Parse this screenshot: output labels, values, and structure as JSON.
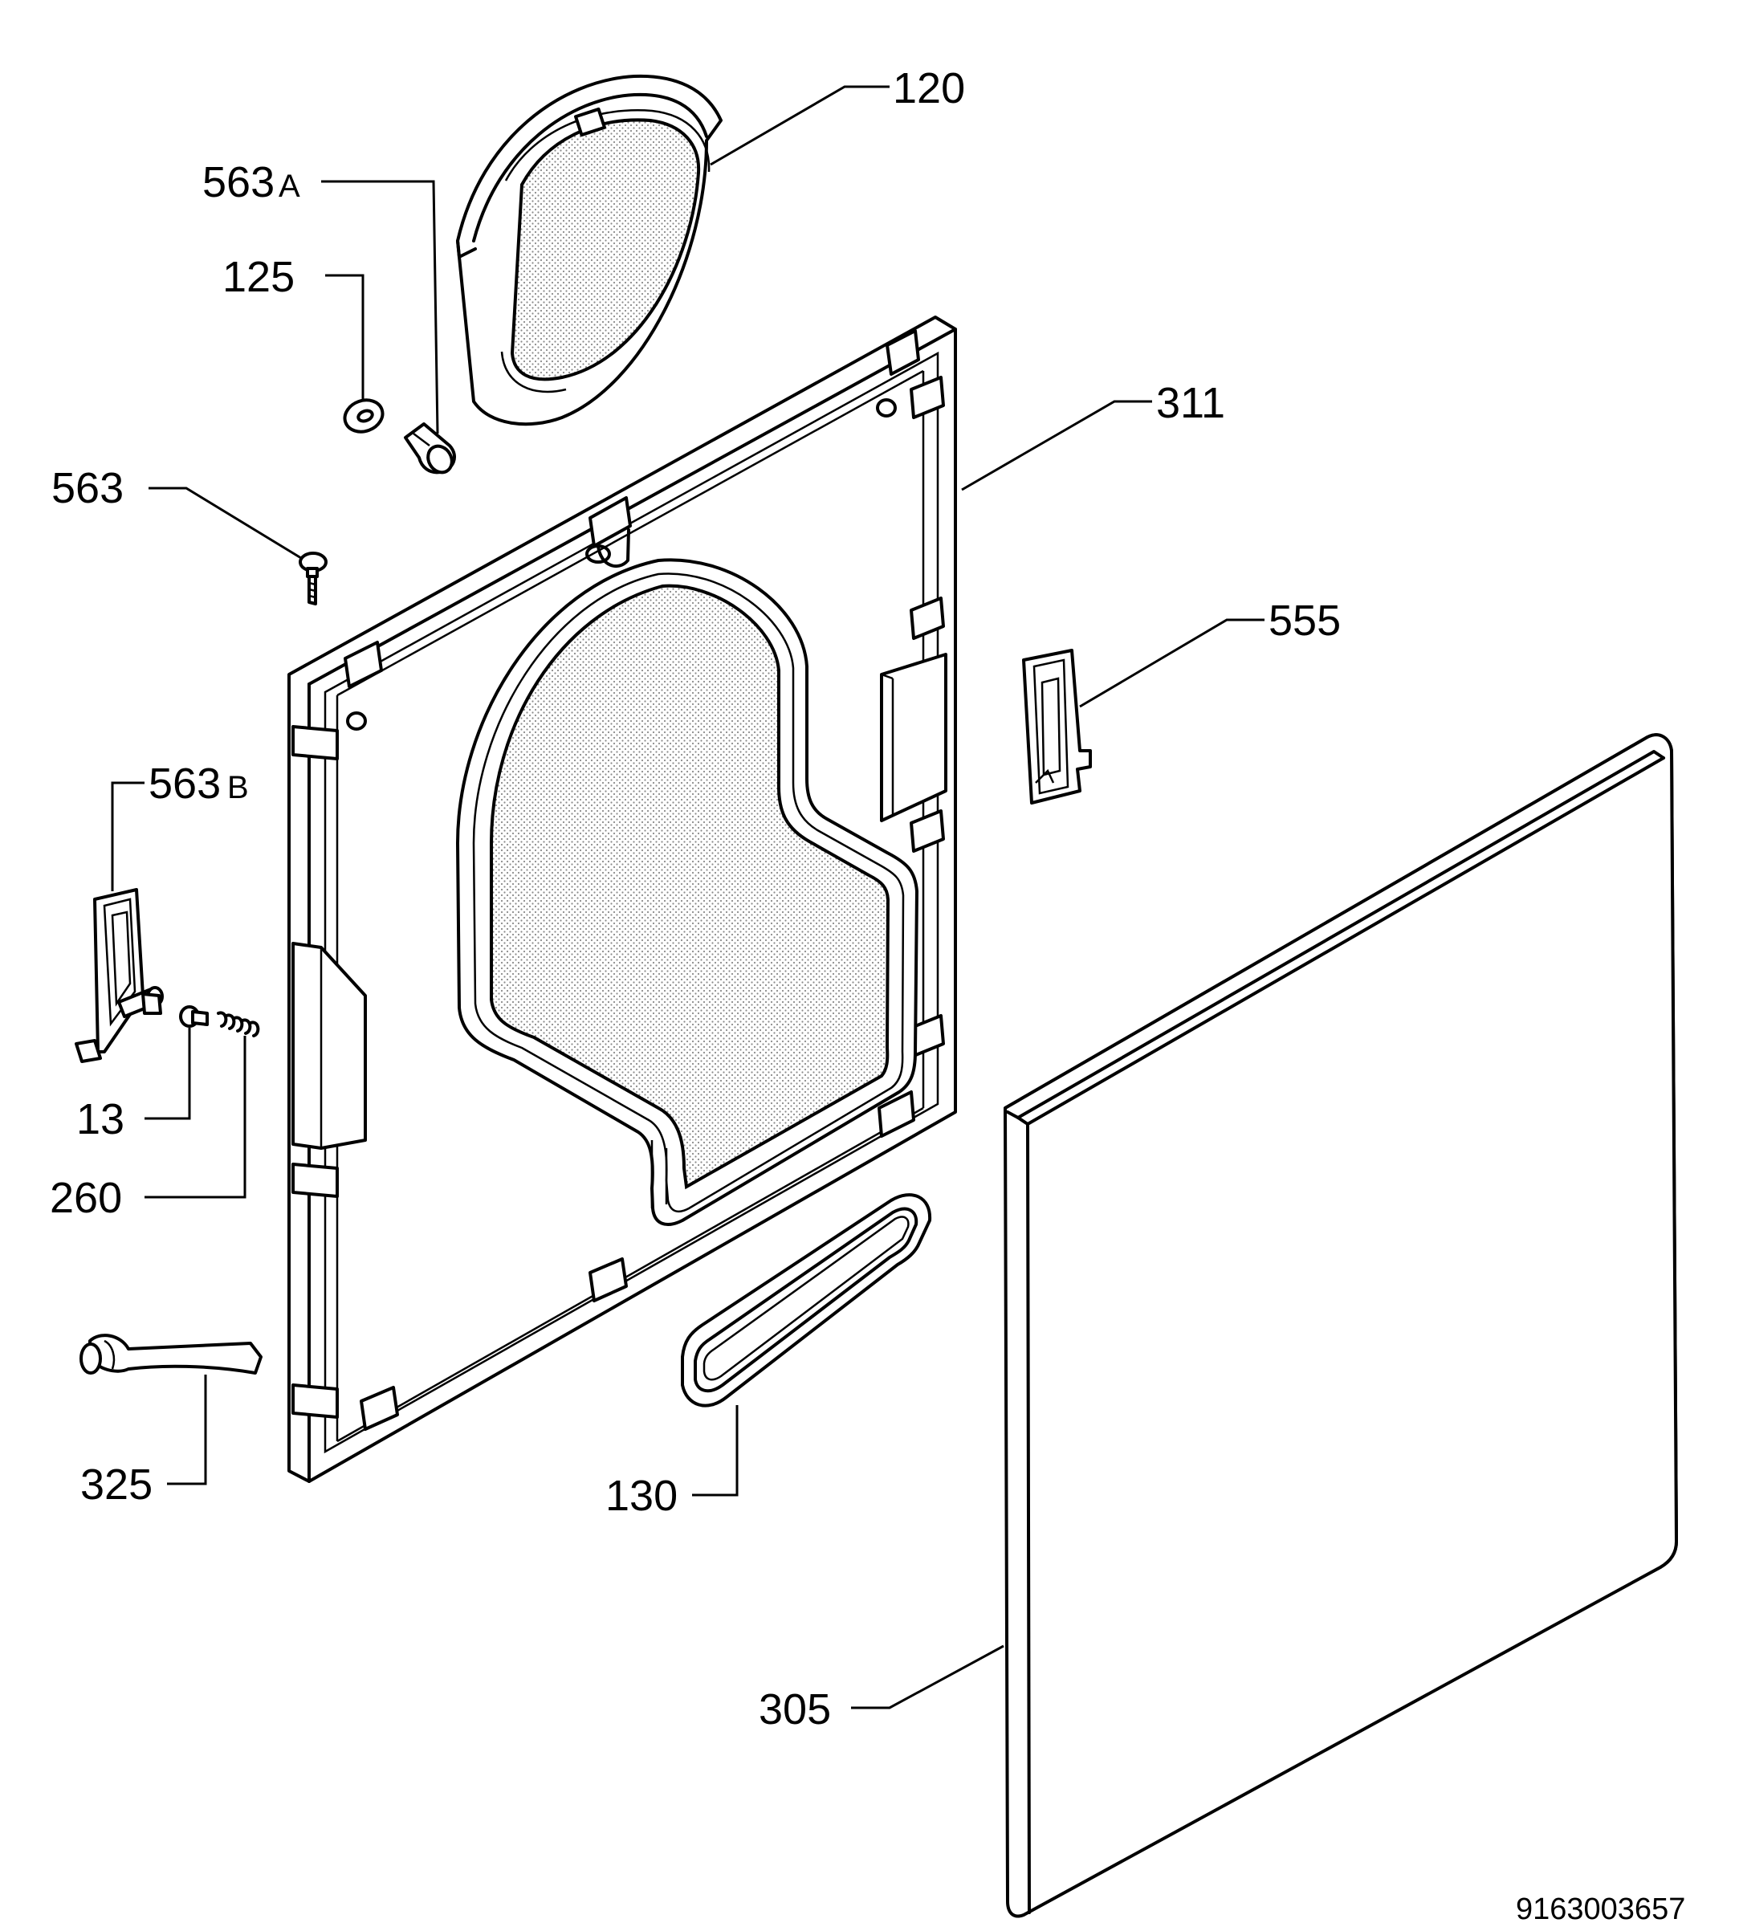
{
  "labels": {
    "p120": "120",
    "p563a_num": "563",
    "p563a_suffix": "A",
    "p125": "125",
    "p311": "311",
    "p563": "563",
    "p555": "555",
    "p563b_num": "563",
    "p563b_suffix": "B",
    "p13": "13",
    "p260": "260",
    "p325": "325",
    "p130": "130",
    "p305": "305"
  },
  "drawing_code": "9163003657"
}
